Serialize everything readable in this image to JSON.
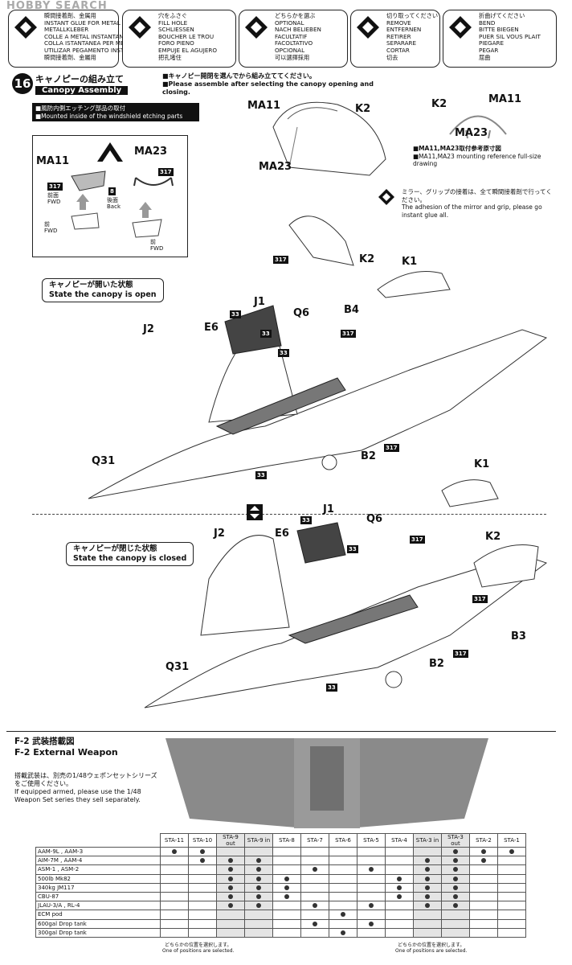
{
  "watermark": "HOBBY SEARCH",
  "legend": [
    {
      "icon": "glue-diamond-icon",
      "text": "瞬間接着剤、金属用\nINSTANT GLUE FOR METAL\nMETALLKLEBER\nCOLLE A METAL INSTANTANEE\nCOLLA ISTANTANEA PER METALLI\nUTILIZAR PEGAMENTO INSTANTANEO\n瞬間接着劑、金屬用"
    },
    {
      "icon": "fill-hole-icon",
      "text": "穴をふさぐ\nFILL HOLE\nSCHLIESSEN\nBOUCHER LE TROU\nFORO PIENO\nEMPUJE EL AGUJERO\n把孔堵住"
    },
    {
      "icon": "optional-icon",
      "text": "どちらかを選ぶ\nOPTIONAL\nNACH BELIEBEN\nFACULTATIF\nFACOLTATIVO\nOPCIONAL\n可以選擇採用"
    },
    {
      "icon": "remove-icon",
      "text": "切り取ってください\nREMOVE\nENTFERNEN\nRETIRER\nSEPARARE\nCORTAR\n切去"
    },
    {
      "icon": "bend-icon",
      "text": "折曲げてください\nBEND\nBITTE BIEGEN\nPUER SIL VOUS PLAIT\nPIEGARE\nPEGAR\n屈曲"
    }
  ],
  "step": {
    "number": "16",
    "title_jp": "キャノピーの組み立て",
    "title_en": "Canopy Assembly",
    "instruction_jp": "■キャノピー開閉を選んでから組み立ててください。",
    "instruction_en": "■Please assemble after selecting the canopy opening and closing.",
    "windshield_jp": "■風防内側エッチング部品の取付",
    "windshield_en": "■Mounted inside of the windshield etching parts",
    "ref_jp": "■MA11,MA23取付参考原寸図",
    "ref_en": "■MA11,MA23 mounting reference full-size drawing",
    "mirror_jp": "ミラー、グリップの接着は、全て瞬間接着剤で行ってください。",
    "mirror_en": "The adhesion of the mirror and grip, please go instant glue all.",
    "open_jp": "キャノピーが開いた状態",
    "open_en": "State the canopy is open",
    "closed_jp": "キャノピーが閉じた状態",
    "closed_en": "State the canopy is closed"
  },
  "detail_labels": {
    "ma11": "MA11",
    "ma23": "MA23",
    "p317": "317",
    "p8": "8",
    "front_jp": "前面",
    "front": "FWD",
    "back_jp": "後面",
    "back": "Back",
    "fwd_jp": "前",
    "fwd": "FWD"
  },
  "part_labels": {
    "top_ma11": "MA11",
    "top_k2": "K2",
    "top_ma23": "MA23",
    "ref_k2": "K2",
    "ref_ma11": "MA11",
    "ref_ma23": "MA23",
    "o_317a": "317",
    "o_k2": "K2",
    "o_k1": "K1",
    "o_j1": "J1",
    "o_q6": "Q6",
    "o_b4": "B4",
    "o_33a": "33",
    "o_33b": "33",
    "o_33c": "33",
    "o_e6": "E6",
    "o_j2": "J2",
    "o_317b": "317",
    "o_b2": "B2",
    "o_317c": "317",
    "o_q31": "Q31",
    "c_k1": "K1",
    "c_j1": "J1",
    "c_q6": "Q6",
    "c_33a": "33",
    "c_33b": "33",
    "c_33c": "33",
    "c_e6": "E6",
    "c_317a": "317",
    "c_k2": "K2",
    "c_j2": "J2",
    "c_317b": "317",
    "c_b3": "B3",
    "c_b2": "B2",
    "c_317c": "317",
    "c_q31": "Q31"
  },
  "weapon": {
    "title_jp": "F-2 武装搭載図",
    "title_en": "F-2 External Weapon",
    "note_jp": "搭載武装は、別売の1/48ウェポンセットシリーズをご使用ください。",
    "note_en": "If equipped armed, please use the 1/48 Weapon Set series they sell separately.",
    "stations": [
      "STA-11",
      "STA-10",
      "STA-9 out",
      "STA-9 in",
      "STA-8",
      "STA-7",
      "STA-6",
      "STA-5",
      "STA-4",
      "STA-3 in",
      "STA-3 out",
      "STA-2",
      "STA-1"
    ],
    "rows": [
      {
        "name": "AAM-9L , AAM-3",
        "marks": [
          1,
          1,
          0,
          0,
          0,
          0,
          0,
          0,
          0,
          0,
          1,
          1,
          1
        ]
      },
      {
        "name": "AIM-7M , AAM-4",
        "marks": [
          0,
          1,
          1,
          1,
          0,
          0,
          0,
          0,
          0,
          1,
          1,
          1,
          0
        ]
      },
      {
        "name": "ASM-1 , ASM-2",
        "marks": [
          0,
          0,
          1,
          1,
          0,
          1,
          0,
          1,
          0,
          1,
          1,
          0,
          0
        ]
      },
      {
        "name": "500lb Mk82",
        "marks": [
          0,
          0,
          1,
          1,
          1,
          0,
          0,
          0,
          1,
          1,
          1,
          0,
          0
        ]
      },
      {
        "name": "340kg JM117",
        "marks": [
          0,
          0,
          1,
          1,
          1,
          0,
          0,
          0,
          1,
          1,
          1,
          0,
          0
        ]
      },
      {
        "name": "CBU-87",
        "marks": [
          0,
          0,
          1,
          1,
          1,
          0,
          0,
          0,
          1,
          1,
          1,
          0,
          0
        ]
      },
      {
        "name": "JLAU-3/A , RL-4",
        "marks": [
          0,
          0,
          1,
          1,
          0,
          1,
          0,
          1,
          0,
          1,
          1,
          0,
          0
        ]
      },
      {
        "name": "ECM pod",
        "marks": [
          0,
          0,
          0,
          0,
          0,
          0,
          1,
          0,
          0,
          0,
          0,
          0,
          0
        ]
      },
      {
        "name": "600gal Drop tank",
        "marks": [
          0,
          0,
          0,
          0,
          0,
          1,
          0,
          1,
          0,
          0,
          0,
          0,
          0
        ]
      },
      {
        "name": "300gal Drop tank",
        "marks": [
          0,
          0,
          0,
          0,
          0,
          0,
          1,
          0,
          0,
          0,
          0,
          0,
          0
        ]
      }
    ],
    "footnote_jp": "どちらかの位置を選択します。",
    "footnote_en": "One of positions are selected."
  }
}
